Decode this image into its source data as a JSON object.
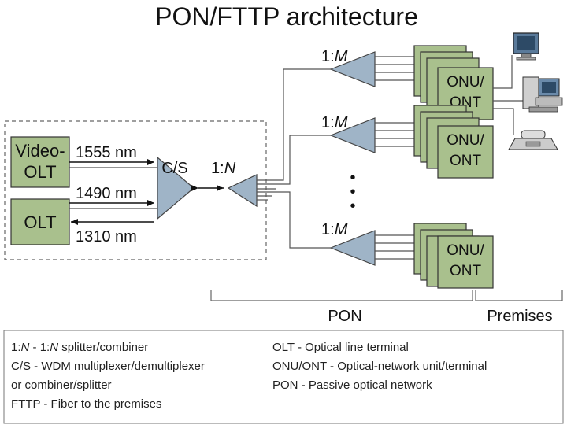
{
  "title": "PON/FTTP architecture",
  "olt_boxes": {
    "video_olt": [
      "Video-",
      "OLT"
    ],
    "olt": "OLT"
  },
  "wavelengths": {
    "w1555": "1555 nm",
    "w1490": "1490 nm",
    "w1310": "1310 nm"
  },
  "cs_label": "C/S",
  "splitter_n": {
    "ratio": "1:",
    "var": "N"
  },
  "splitter_m": {
    "ratio": "1:",
    "var": "M"
  },
  "onu_label": [
    "ONU/",
    "ONT"
  ],
  "dots": "•",
  "brackets": {
    "pon": "PON",
    "premises": "Premises"
  },
  "legend": {
    "left": [
      {
        "prefix": "1:",
        "var": "N",
        "mid": " - 1:",
        "var2": "N",
        "suffix": " splitter/combiner"
      },
      {
        "text": "C/S - WDM multiplexer/demultiplexer"
      },
      {
        "text": "or combiner/splitter"
      },
      {
        "text": "FTTP - Fiber to the premises"
      }
    ],
    "right": [
      "OLT - Optical line terminal",
      "ONU/ONT - Optical-network unit/terminal",
      "PON - Passive optical network"
    ]
  },
  "colors": {
    "box_green": "#a9c08d",
    "triangle_blue": "#9fb4c7"
  },
  "icons": [
    "monitor-icon",
    "computer-icon",
    "telephone-icon"
  ]
}
